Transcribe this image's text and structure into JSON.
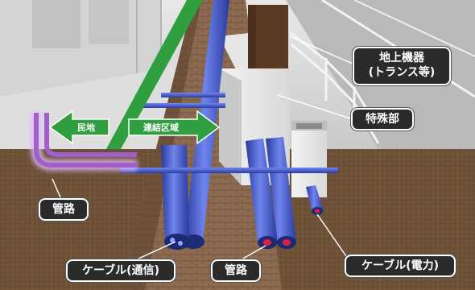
{
  "labels": {
    "ground_equipment_line1": "地上機器",
    "ground_equipment_line2": "(トランス等)",
    "special_section": "特殊部",
    "conduit_left": "管路",
    "conduit_bottom": "管路",
    "cable_comm": "ケーブル(通信)",
    "cable_power": "ケーブル(電力)",
    "arrow_private_land": "民地",
    "arrow_connection_section": "連結区域"
  },
  "colors": {
    "callout_bg": "#2b2b2b",
    "arrow_green": "#2f9e3f",
    "conduit_blue": "#3f55c9",
    "private_pipe_purple": "#a060c8",
    "soil_brown": "#6e5238",
    "cable_red": "#e02040"
  }
}
